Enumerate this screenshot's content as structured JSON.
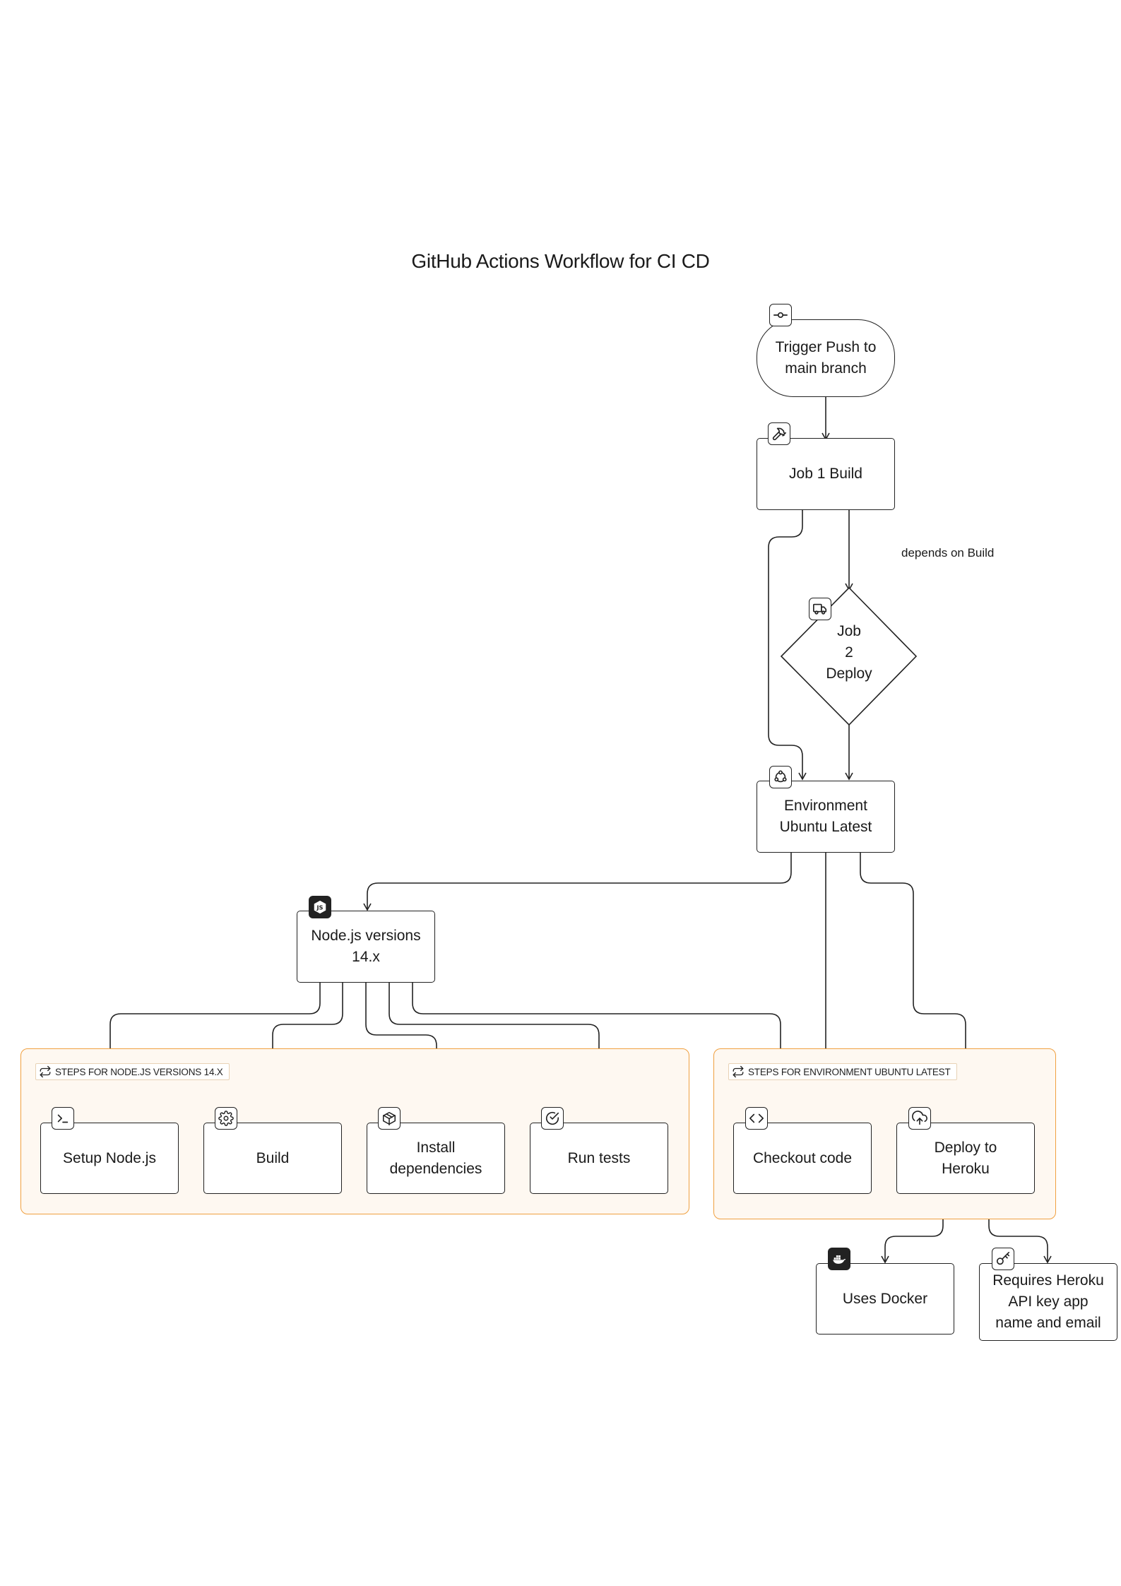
{
  "title": "GitHub Actions Workflow for CI CD",
  "nodes": {
    "trigger": {
      "label": "Trigger Push to\nmain branch",
      "icon": "git-commit-icon"
    },
    "job1": {
      "label": "Job 1 Build",
      "icon": "hammer-icon"
    },
    "job2": {
      "label": "Job\n2\nDeploy",
      "icon": "truck-icon"
    },
    "environment": {
      "label": "Environment\nUbuntu Latest",
      "icon": "ubuntu-icon"
    },
    "node_versions": {
      "label": "Node.js versions\n14.x",
      "icon": "nodejs-icon"
    },
    "setup_node": {
      "label": "Setup Node.js",
      "icon": "terminal-icon"
    },
    "build": {
      "label": "Build",
      "icon": "gear-icon"
    },
    "install_deps": {
      "label": "Install\ndependencies",
      "icon": "package-icon"
    },
    "run_tests": {
      "label": "Run tests",
      "icon": "check-circle-icon"
    },
    "checkout": {
      "label": "Checkout code",
      "icon": "code-icon"
    },
    "deploy_heroku": {
      "label": "Deploy to\nHeroku",
      "icon": "cloud-upload-icon"
    },
    "docker": {
      "label": "Uses Docker",
      "icon": "docker-icon"
    },
    "heroku_req": {
      "label": "Requires Heroku\nAPI key app\nname and email",
      "icon": "key-icon"
    }
  },
  "groups": {
    "node_steps": {
      "label": "STEPS FOR NODE.JS VERSIONS 14.X",
      "icon": "repeat-icon"
    },
    "env_steps": {
      "label": "STEPS FOR ENVIRONMENT UBUNTU LATEST",
      "icon": "repeat-icon"
    }
  },
  "edge_labels": {
    "depends": "depends on Build"
  },
  "colors": {
    "stroke": "#222222",
    "group_border": "#f0a040",
    "group_fill": "#fef8f1"
  }
}
